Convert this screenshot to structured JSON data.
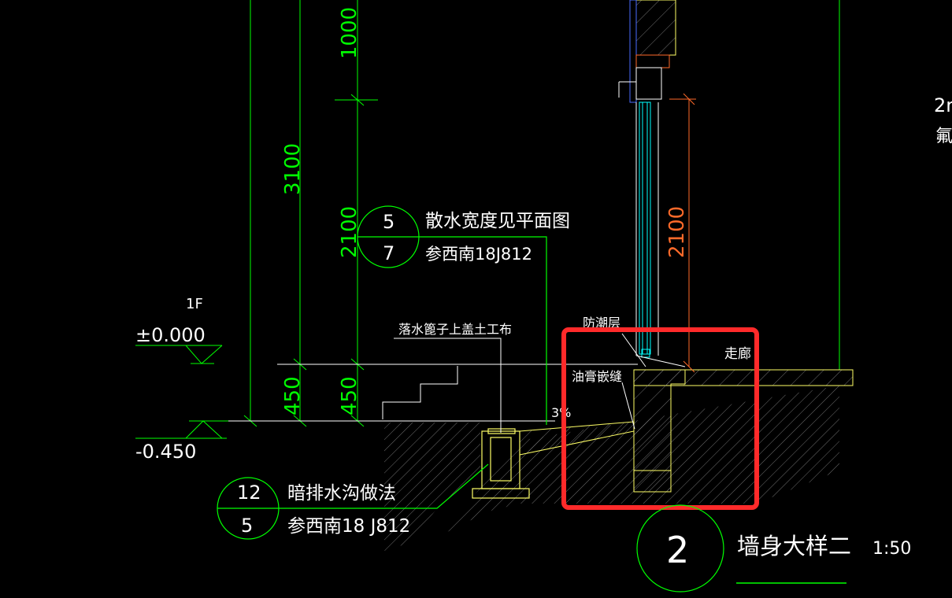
{
  "colors": {
    "background": "#000000",
    "line_green": "#00ff00",
    "line_white": "#ffffff",
    "dim_orange": "#ff6a2a",
    "wall_yellow": "#ffff66",
    "glass_cyan": "#00ffff",
    "blue": "#4a6cff",
    "hatch_gray": "#9a9a9a",
    "highlight_red": "#ff2a2a"
  },
  "dimensions": {
    "d1000": "1000",
    "d3100": "3100",
    "d2100_left": "2100",
    "d450_a": "450",
    "d450_b": "450",
    "d2100_right": "2100"
  },
  "levels": {
    "floor_name": "1F",
    "floor_level": "±0.000",
    "ground_level": "-0.450"
  },
  "callouts": {
    "apron": {
      "top": "5",
      "bottom": "7",
      "title": "散水宽度见平面图",
      "ref": "参西南18J812"
    },
    "drain": {
      "top": "12",
      "bottom": "5",
      "title": "暗排水沟做法",
      "ref": "参西南18 J812"
    }
  },
  "labels": {
    "downpipe_note": "落水篦子上盖土工布",
    "damp_proof": "防潮层",
    "corridor": "走廊",
    "bitumen_joint": "油膏嵌缝",
    "slope": "3%",
    "edge_top": "2r",
    "edge_bottom": "氟"
  },
  "title_block": {
    "number": "2",
    "title": "墙身大样二",
    "scale": "1:50"
  }
}
